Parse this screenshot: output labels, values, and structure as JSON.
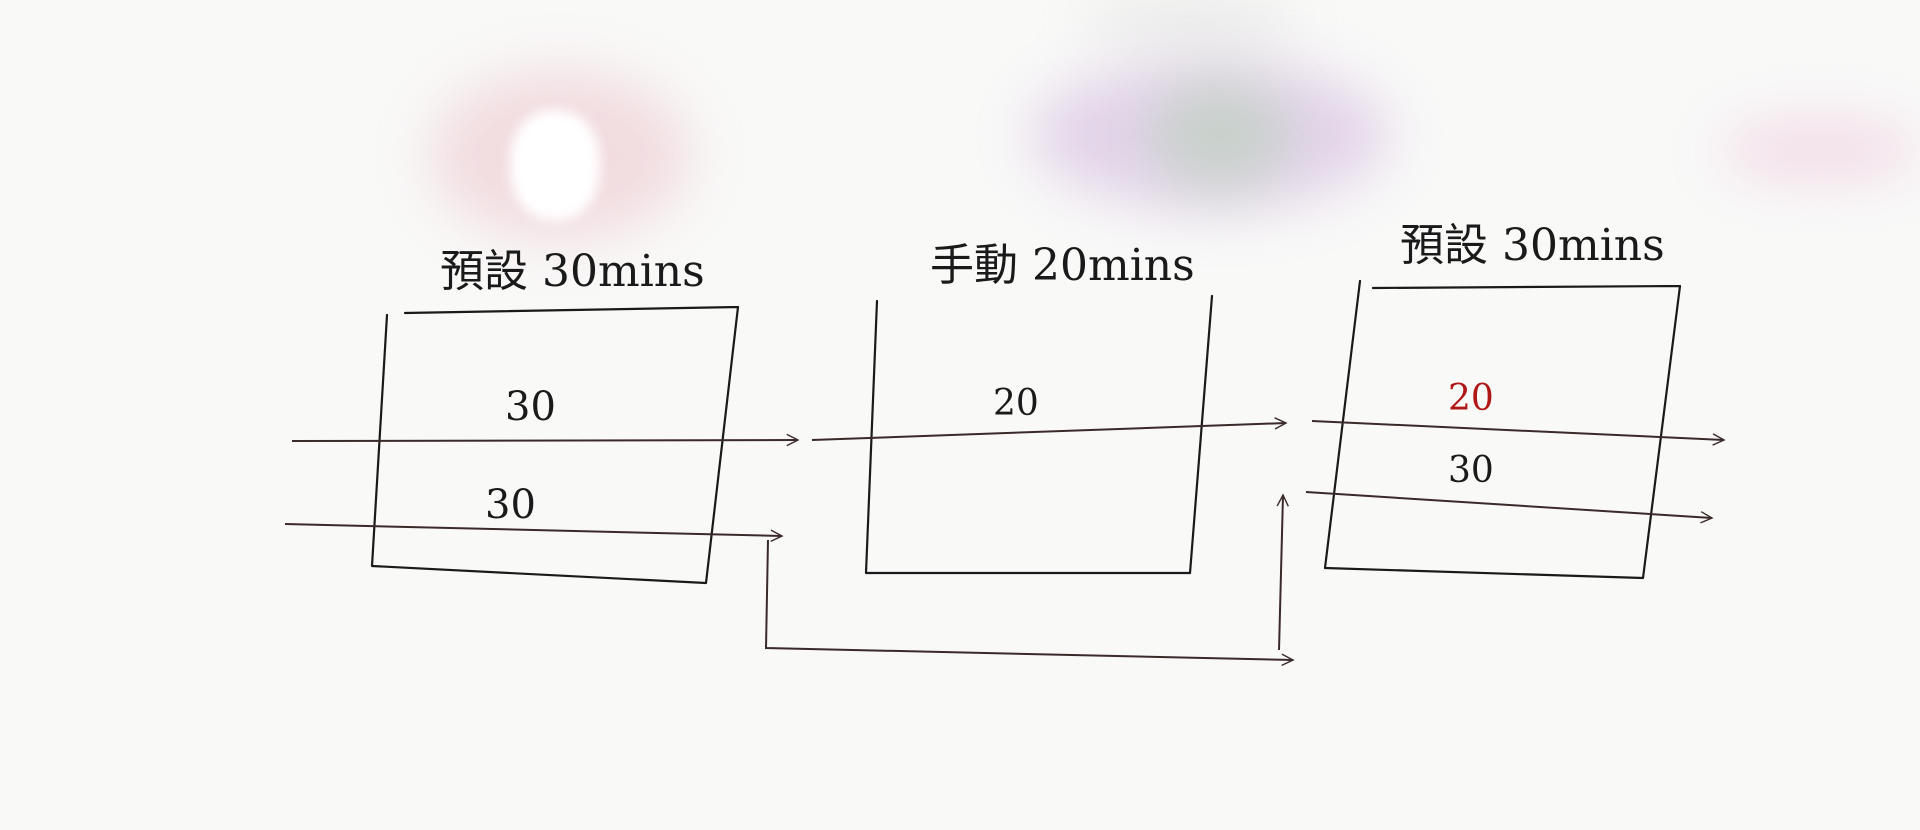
{
  "stages": [
    {
      "title": "預設 30mins",
      "rows": [
        {
          "value": "30",
          "color": "#1a1a1a"
        },
        {
          "value": "30",
          "color": "#1a1a1a"
        }
      ]
    },
    {
      "title": "手動 20mins",
      "rows": [
        {
          "value": "20",
          "color": "#1a1a1a"
        }
      ]
    },
    {
      "title": "預設 30mins",
      "rows": [
        {
          "value": "20",
          "color": "#b01818"
        },
        {
          "value": "30",
          "color": "#1a1a1a"
        }
      ]
    }
  ],
  "colors": {
    "ink": "#1a1a1a",
    "red_ink": "#b01818",
    "arrow_ink": "#3a2a2a"
  }
}
